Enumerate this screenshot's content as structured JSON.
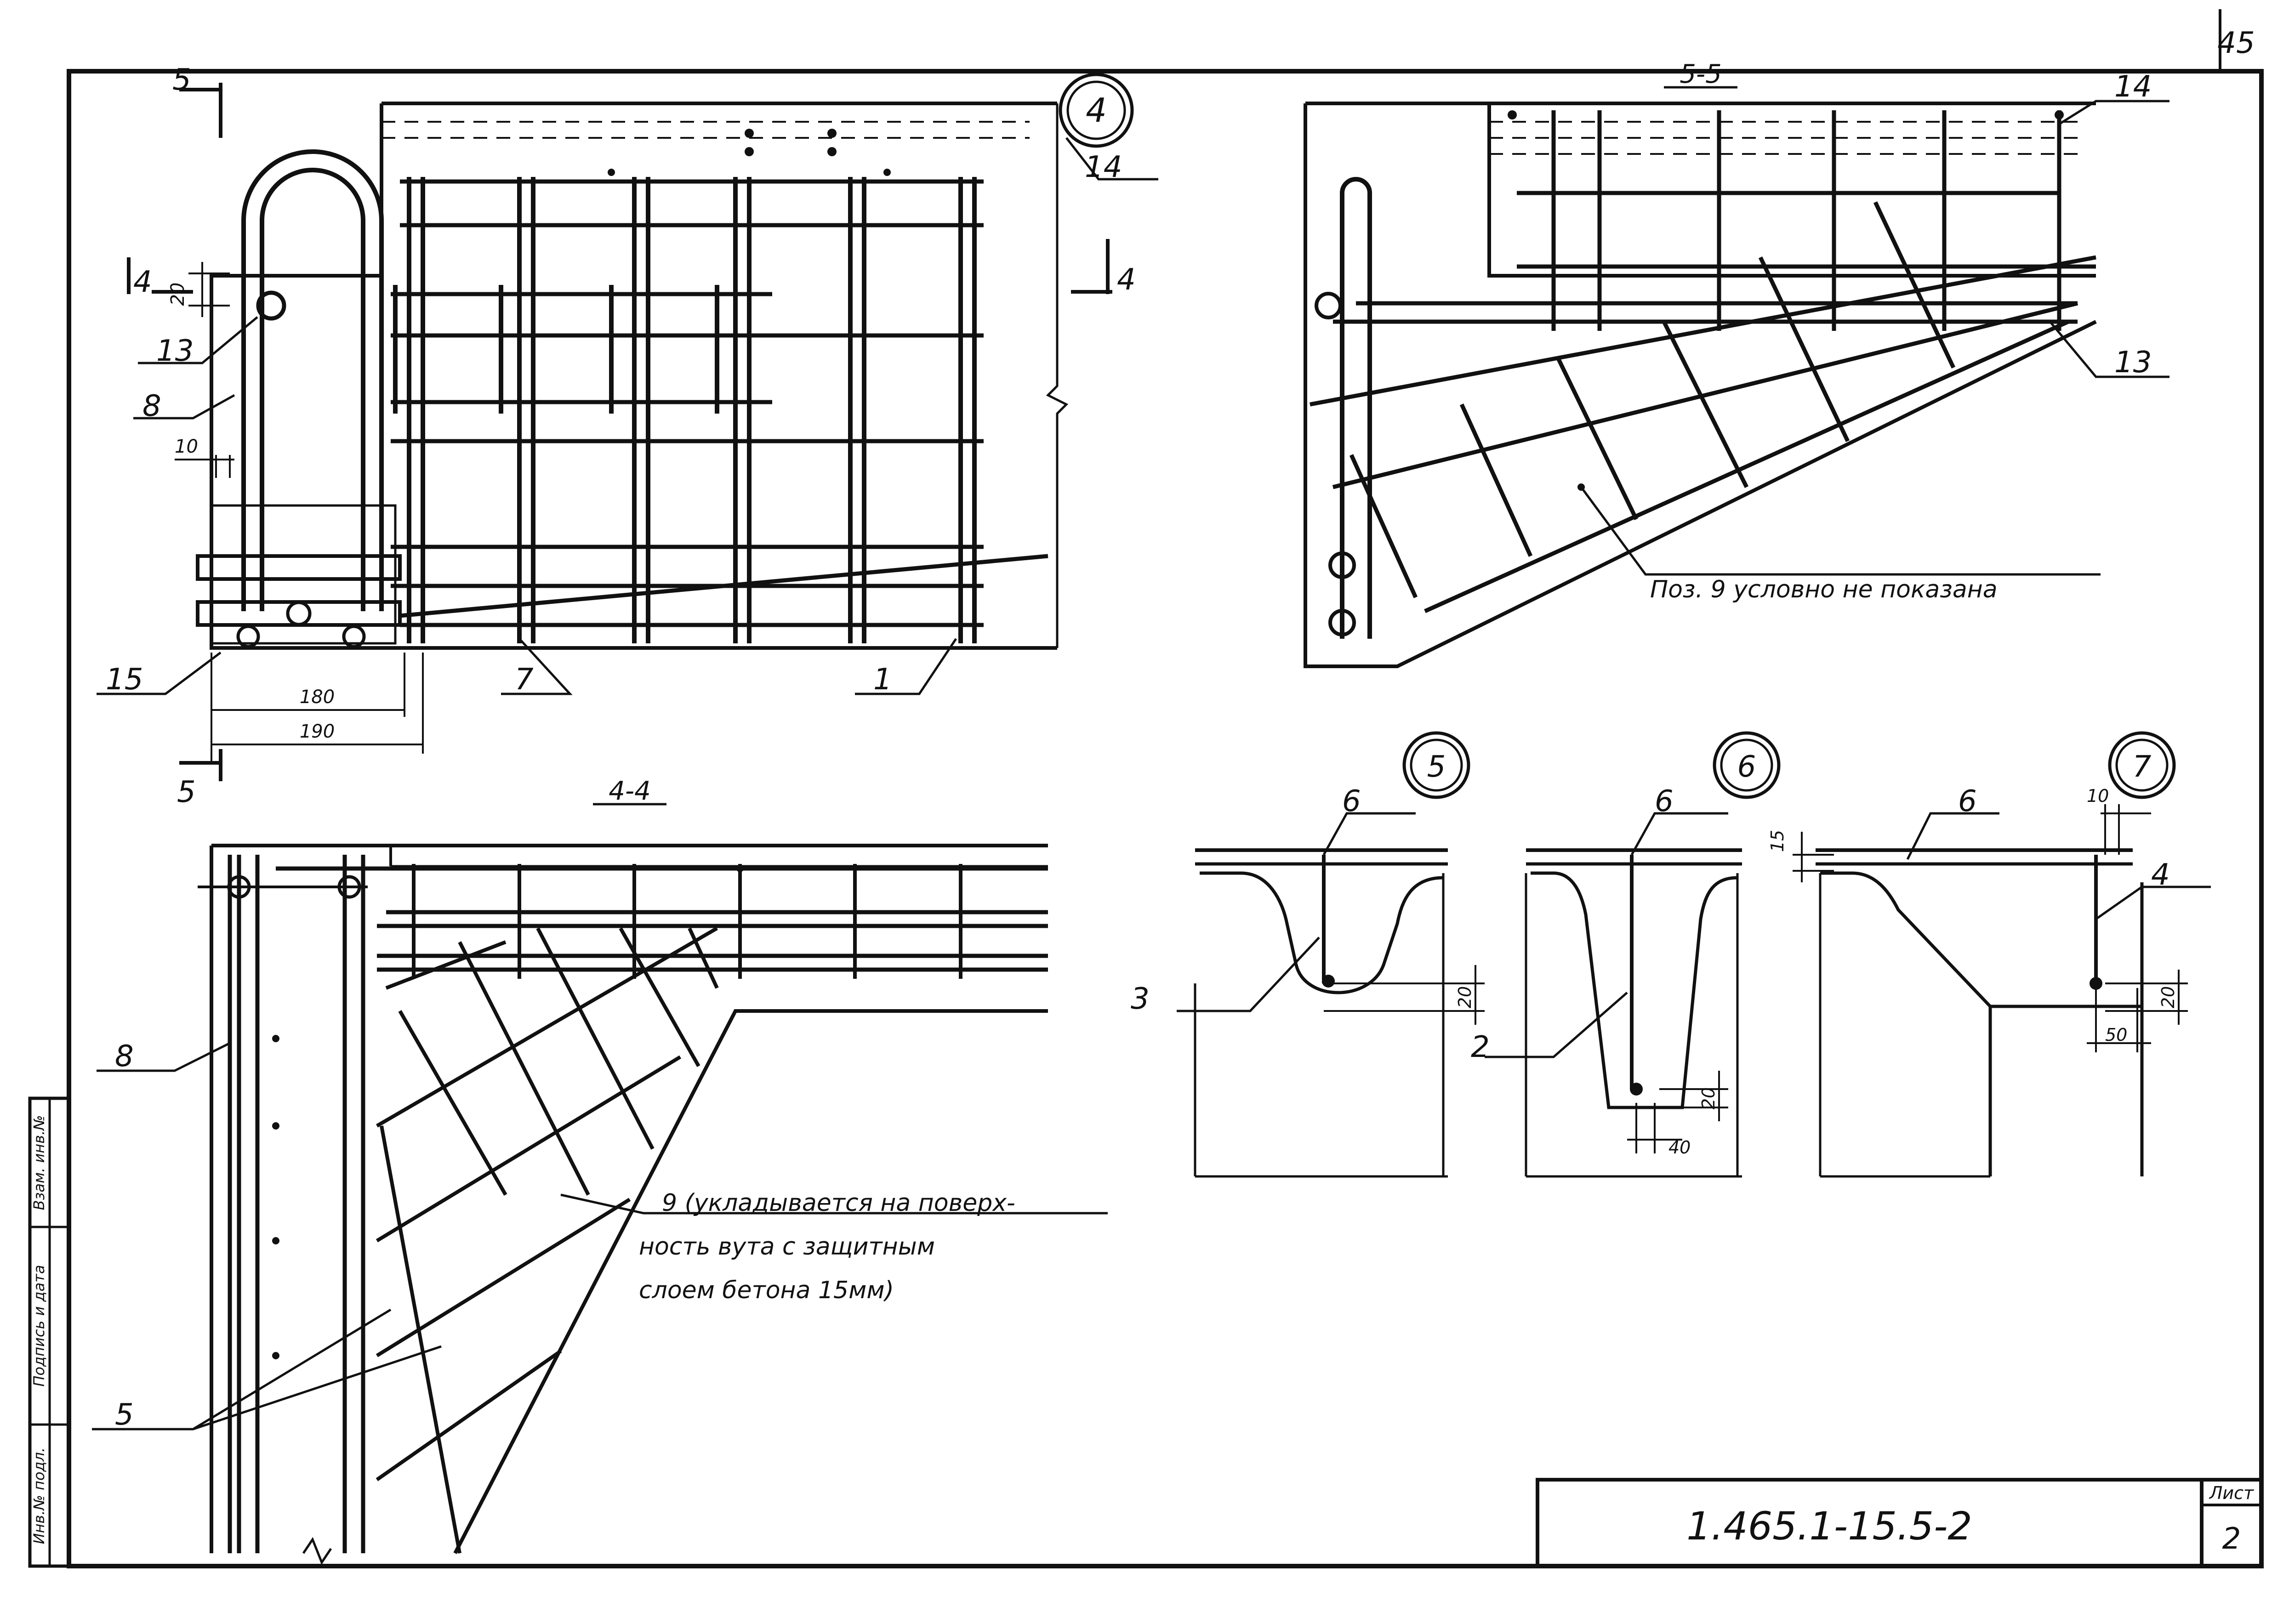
{
  "sheet_number_corner": "45",
  "title_block": {
    "code": "1.465.1-15.5-2",
    "sheet_label": "Лист",
    "sheet_number": "2"
  },
  "side_stamp": {
    "inventory": "Инв.№ подл.",
    "signature": "Подпись и дата",
    "replaced": "Взам. инв.№"
  },
  "views": {
    "plan_upper_left": {
      "section_marks": [
        "5",
        "4",
        "4",
        "5"
      ],
      "callout": "4",
      "positions": [
        "14",
        "13",
        "8",
        "15",
        "7",
        "1"
      ],
      "dims": [
        "20",
        "10",
        "180",
        "190"
      ]
    },
    "section_5_5": {
      "title": "5-5",
      "positions": [
        "14",
        "13"
      ],
      "note": "Поз. 9 условно не показана"
    },
    "section_4_4": {
      "title": "4-4",
      "positions": [
        "8",
        "5"
      ],
      "note_lines": [
        "9 (укладывается на поверх-",
        "ность вута с защитным",
        "слоем бетона 15мм)"
      ]
    },
    "node_5": {
      "callout": "5",
      "positions": [
        "6",
        "3"
      ],
      "dims": [
        "20"
      ]
    },
    "node_6": {
      "callout": "6",
      "positions": [
        "6",
        "2"
      ],
      "dims": [
        "20",
        "40"
      ]
    },
    "node_7": {
      "callout": "7",
      "positions": [
        "6",
        "4"
      ],
      "dims": [
        "10",
        "15",
        "20",
        "50"
      ]
    }
  }
}
